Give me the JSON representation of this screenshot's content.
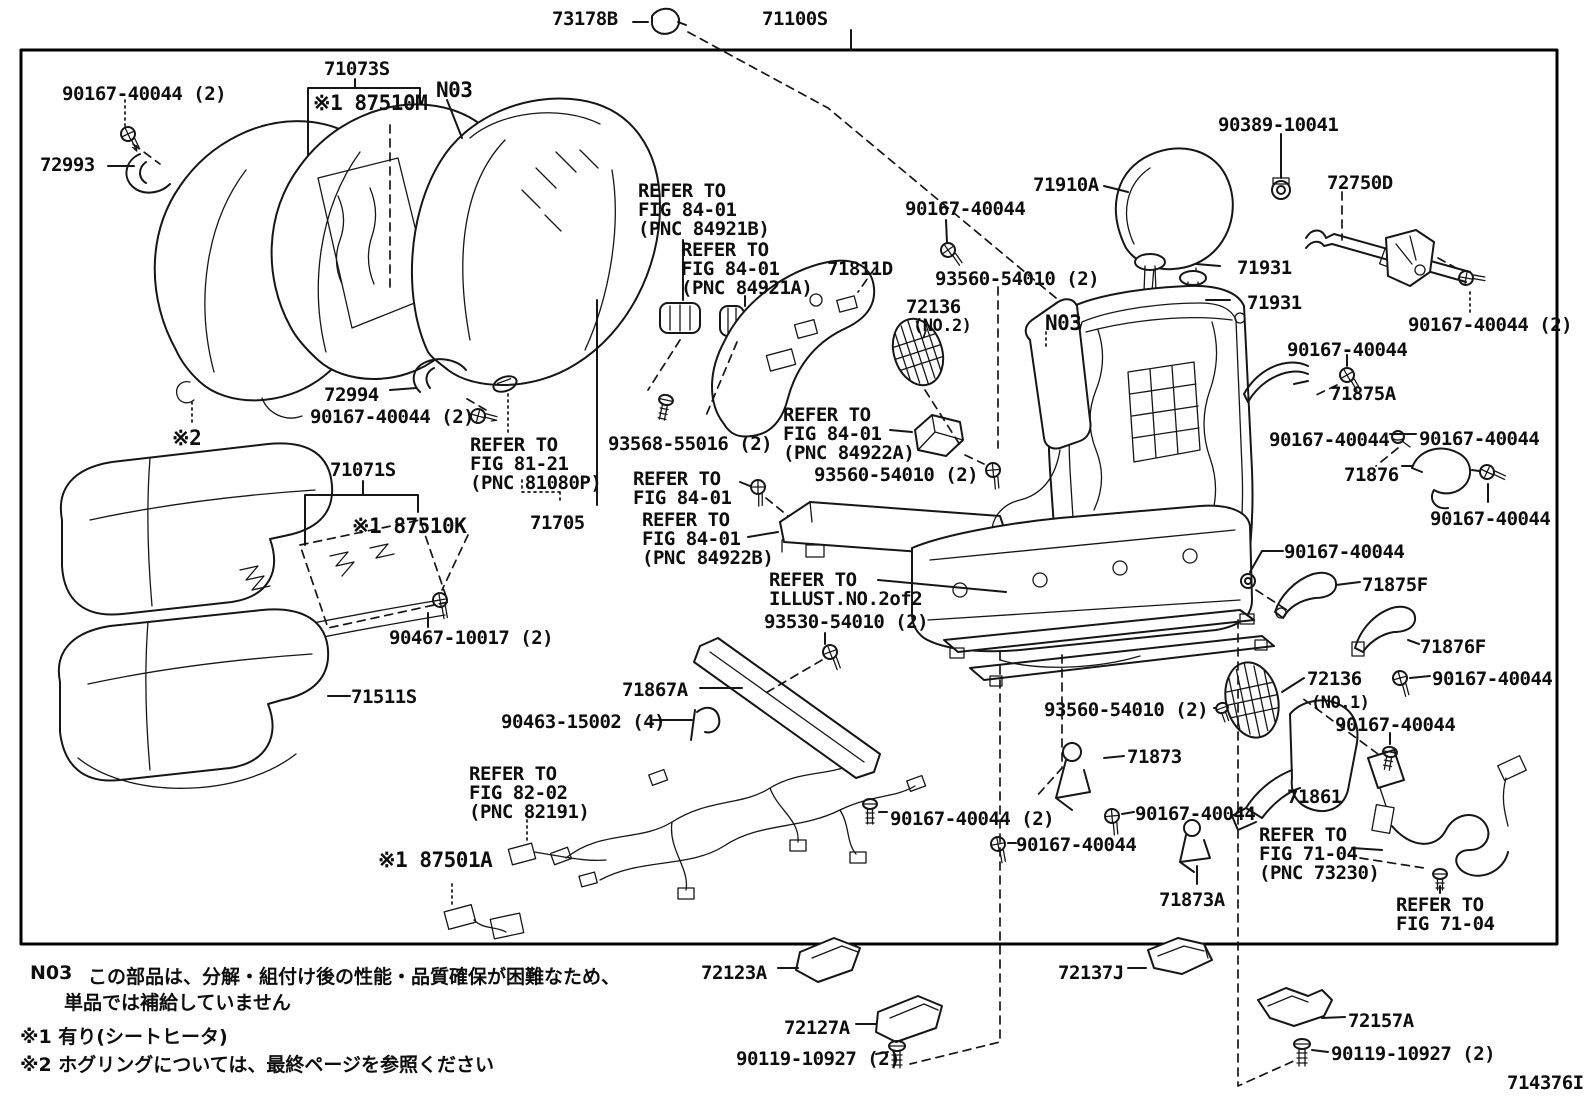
{
  "diagram": {
    "drawing_number": "714376I",
    "labels": [
      "73178B",
      "71100S",
      "90167-40044 (2)",
      "72993",
      "71073S",
      "※1 87510M",
      "N03",
      "REFER TO\nFIG 84-01\n(PNC 84921B)",
      "REFER TO\nFIG 84-01\n(PNC 84921A)",
      "71811D",
      "90167-40044",
      "93560-54010 (2)",
      "72136",
      "(NO.2)",
      "N03",
      "71910A",
      "90389-10041",
      "72750D",
      "71931",
      "71931",
      "90167-40044 (2)",
      "90167-40044",
      "71875A",
      "90167-40044",
      "90167-40044",
      "71876",
      "90167-40044",
      "90167-40044",
      "71875F",
      "71876F",
      "72136",
      "(NO.1)",
      "90167-40044",
      "93560-54010 (2)",
      "90167-40044",
      "71873",
      "71861",
      "90167-40044",
      "72994",
      "90167-40044 (2)",
      "※2",
      "REFER TO\nFIG 81-21\n(PNC 81080P)",
      "71071S",
      "※1 87510K",
      "71705",
      "93568-55016 (2)",
      "REFER TO\nFIG 84-01",
      "REFER TO\nFIG 84-01\n(PNC 84922B)",
      "REFER TO\nFIG 84-01\n(PNC 84922A)",
      "93560-54010 (2)",
      "REFER TO\nILLUST.NO.2of2",
      "93530-54010 (2)",
      "71867A",
      "90467-10017 (2)",
      "71511S",
      "90463-15002 (4)",
      "REFER TO\nFIG 82-02\n(PNC 82191)",
      "※1 87501A",
      "90167-40044 (2)",
      "90167-40044",
      "71873A",
      "REFER TO\nFIG 71-04\n(PNC 73230)",
      "REFER TO\nFIG 71-04",
      "72123A",
      "72127A",
      "90119-10927 (2)",
      "72137J",
      "72157A",
      "90119-10927 (2)",
      "714376I"
    ],
    "notes": {
      "n03_tag": "N03",
      "n03_line1": "この部品は、分解・組付け後の性能・品質確保が困難なため、",
      "n03_line2": "単品では補給していません",
      "remark1": "※1 有り(シートヒータ)",
      "remark2": "※2 ホグリングについては、最終ページを参照ください"
    }
  }
}
